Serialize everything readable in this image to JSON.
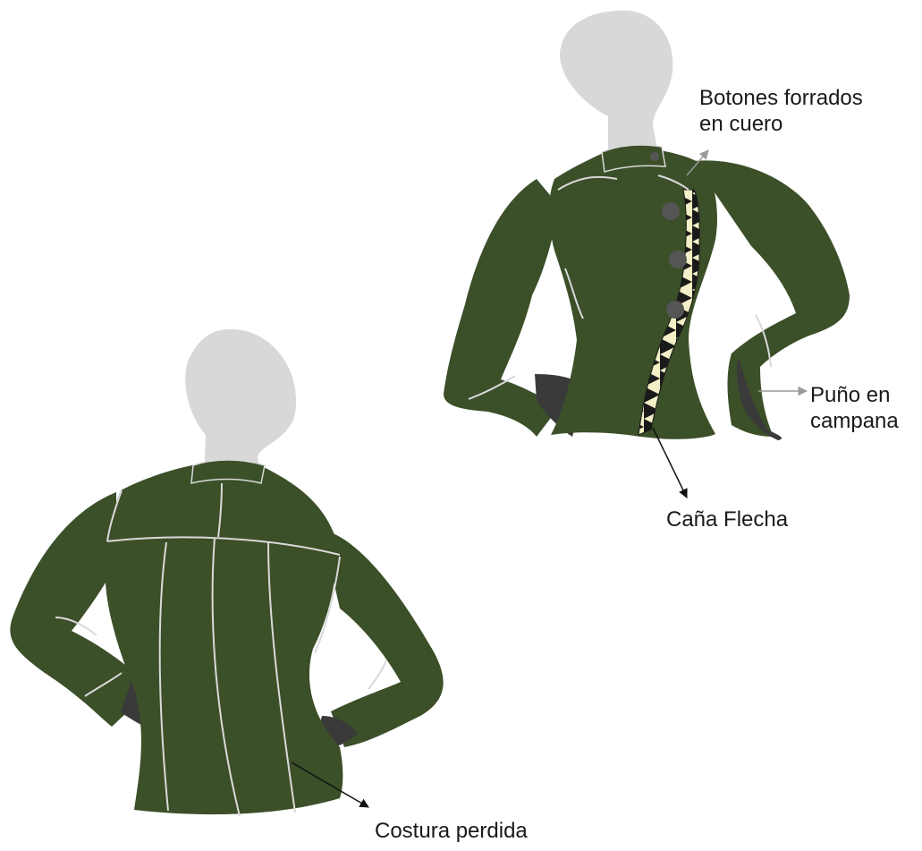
{
  "annotations": {
    "botones": [
      "Botones forrados",
      "en cuero"
    ],
    "puno": [
      "Puño en",
      "campana"
    ],
    "cana": "Caña Flecha",
    "costura": "Costura perdida"
  },
  "colors": {
    "jacket": "#3b4f28",
    "seam": "#d9d9d9",
    "mannequin": "#d8d8d8",
    "lining": "#3a3a3a",
    "button": "#555555",
    "trim_dark": "#1a1a1a",
    "trim_light": "#f3efc6",
    "arrow_gray": "#9a9a9a",
    "arrow_black": "#111111"
  },
  "icons": {
    "front_view": "jacket-front-illustration",
    "back_view": "jacket-back-illustration"
  }
}
